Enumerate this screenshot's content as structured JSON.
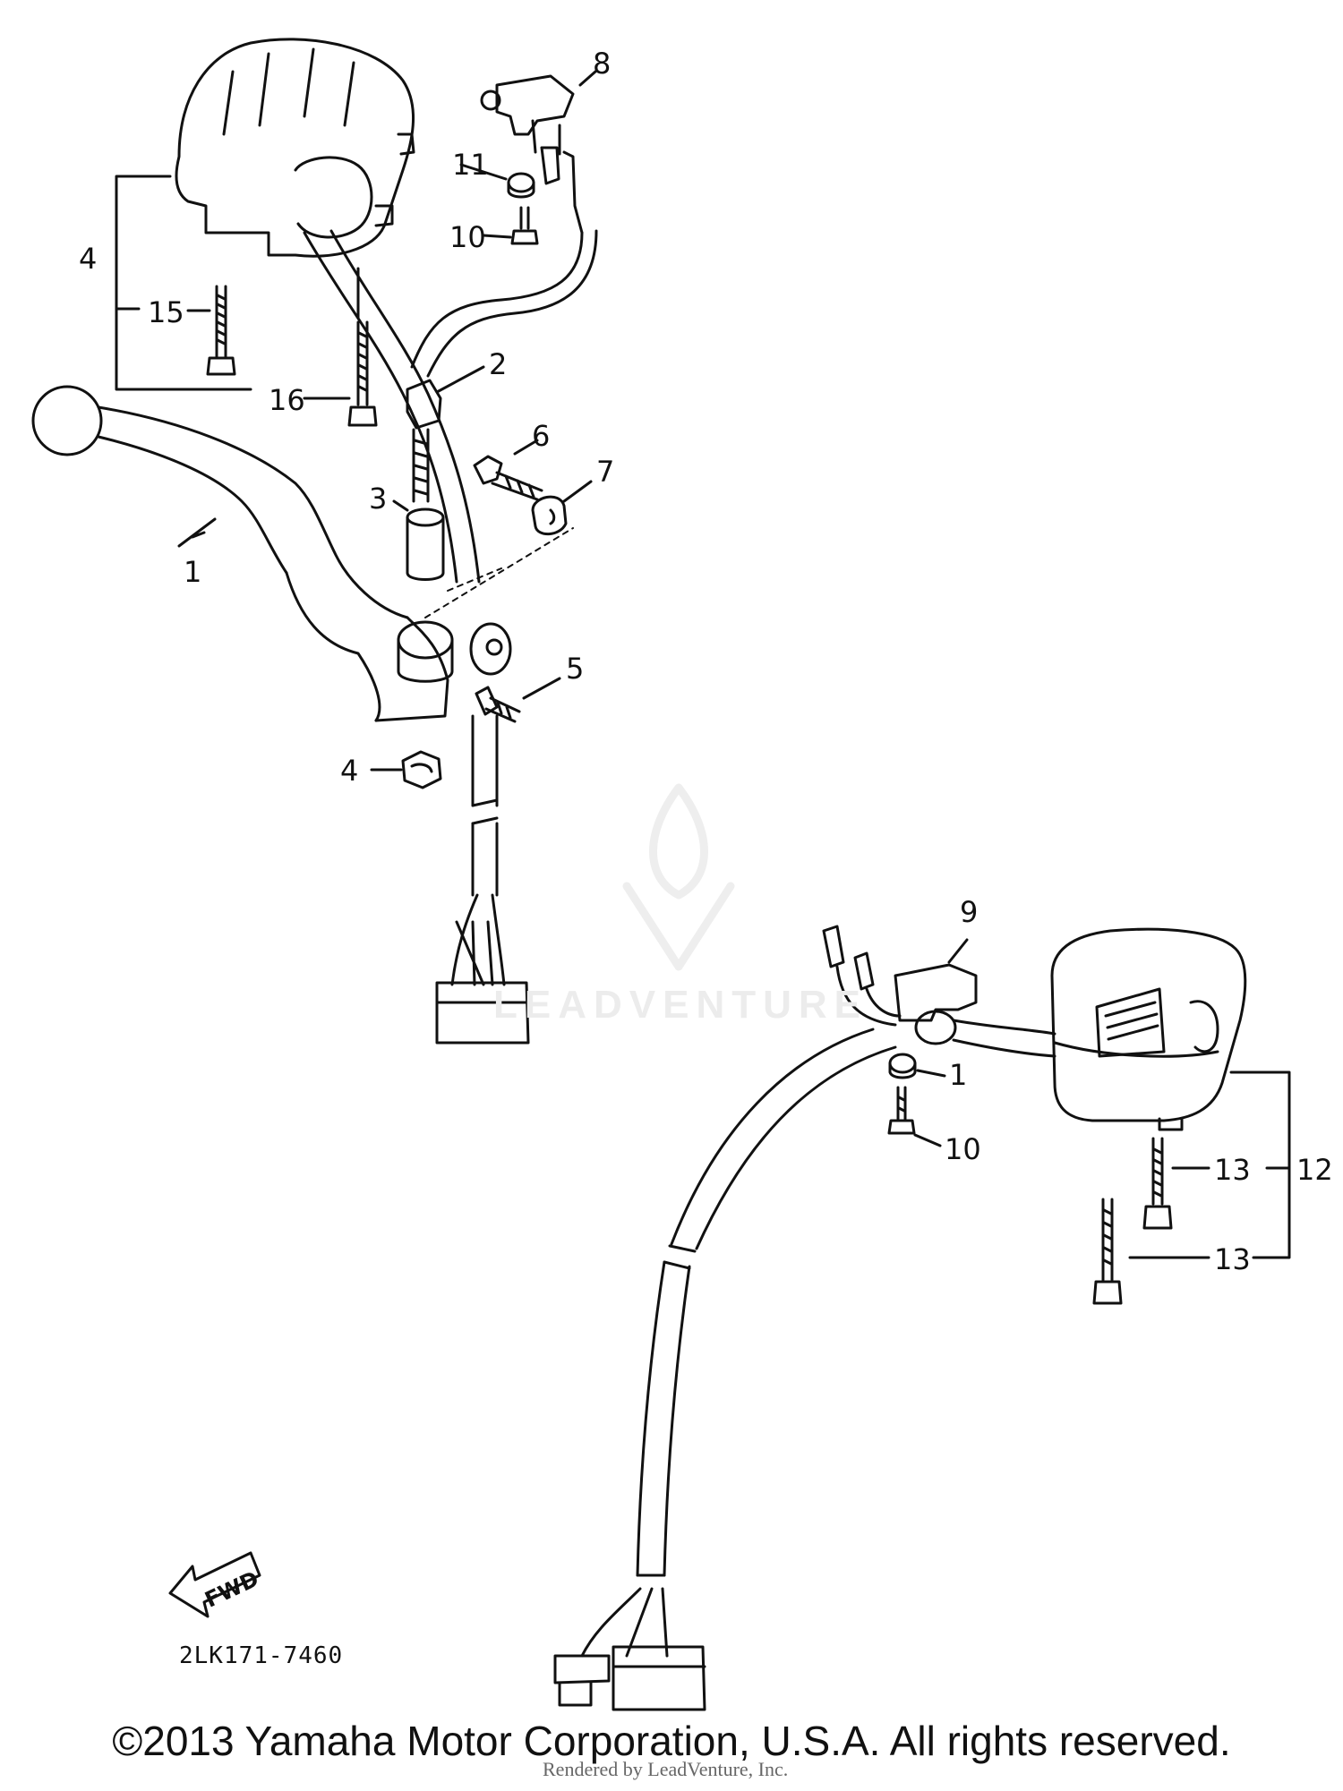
{
  "diagram": {
    "callouts": {
      "c1": "1",
      "c2": "2",
      "c3": "3",
      "c4a": "4",
      "c4b": "4",
      "c5": "5",
      "c6": "6",
      "c7": "7",
      "c8": "8",
      "c9": "9",
      "c10a": "10",
      "c10b": "10",
      "c11a": "11",
      "c11b": "1",
      "c12": "12",
      "c13a": "13",
      "c13b": "13",
      "c15": "15",
      "c16": "16"
    },
    "fwd_label": "FWD",
    "reference_code": "2LK171-7460"
  },
  "watermark": {
    "brand": "LEADVENTURE"
  },
  "footer": {
    "copyright": "©2013 Yamaha Motor Corporation, U.S.A. All rights reserved.",
    "rendered_by": "Rendered by LeadVenture, Inc."
  }
}
